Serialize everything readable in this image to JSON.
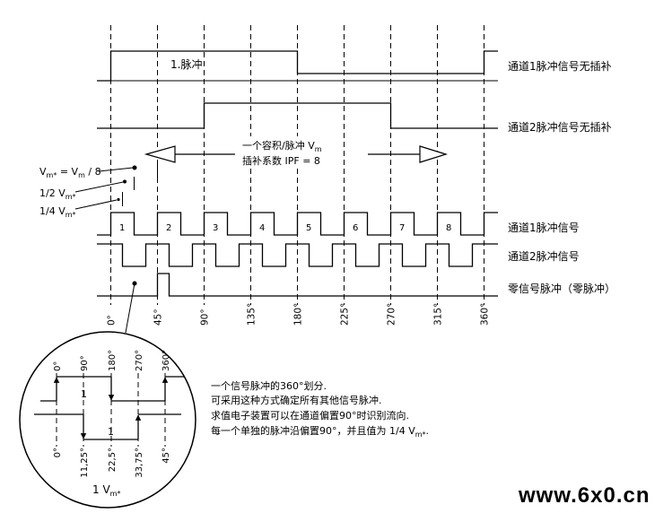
{
  "diagram": {
    "channel1_raw": {
      "label": "通道1脉冲信号无插补",
      "pulse_label": "1.脉冲"
    },
    "channel2_raw": {
      "label": "通道2脉冲信号无插补"
    },
    "interpolation": {
      "volume_text": "一个容积/脉冲 V",
      "volume_sub": "m",
      "factor_text": "插补系数 IPF = 8"
    },
    "scale": {
      "vm_star": {
        "a": "V",
        "a_sub": "m*",
        "b": " = V",
        "b_sub": "m",
        "c": " / 8"
      },
      "half": {
        "text": "1/2 V",
        "sub": "m*"
      },
      "quarter": {
        "text": "1/4 V",
        "sub": "m*"
      }
    },
    "channel1": {
      "label": "通道1脉冲信号",
      "pulse_numbers": [
        "1",
        "2",
        "3",
        "4",
        "5",
        "6",
        "7",
        "8"
      ]
    },
    "channel2": {
      "label": "通道2脉冲信号"
    },
    "zero": {
      "label": "零信号脉冲（零脉冲）"
    },
    "degree_labels": [
      "0°",
      "45°",
      "90°",
      "135°",
      "180°",
      "225°",
      "270°",
      "315°",
      "360°"
    ]
  },
  "detail": {
    "top_degrees": [
      "0°",
      "90°",
      "180°",
      "270°",
      "360°"
    ],
    "bottom_degrees": [
      "0°",
      "11,25°",
      "22,5°",
      "33,75°",
      "45°"
    ],
    "upper_pulse_label": "1",
    "lower_pulse_label": "1",
    "width": {
      "text": "1 V",
      "sub": "m*"
    }
  },
  "notes": {
    "lines": [
      "一个信号脉冲的360°划分.",
      "可采用这种方式确定所有其他信号脉冲.",
      "求值电子装置可以在通道偏置90°时识别流向."
    ],
    "last_line": {
      "text": "每一个单独的脉冲沿偏置90°，并且值为 1/4 V",
      "sub": "m*",
      "end": "."
    }
  },
  "watermark": "www.6x0.cn",
  "colors": {
    "line": "#000000",
    "watermark": "#e8561c",
    "background": "#ffffff"
  }
}
